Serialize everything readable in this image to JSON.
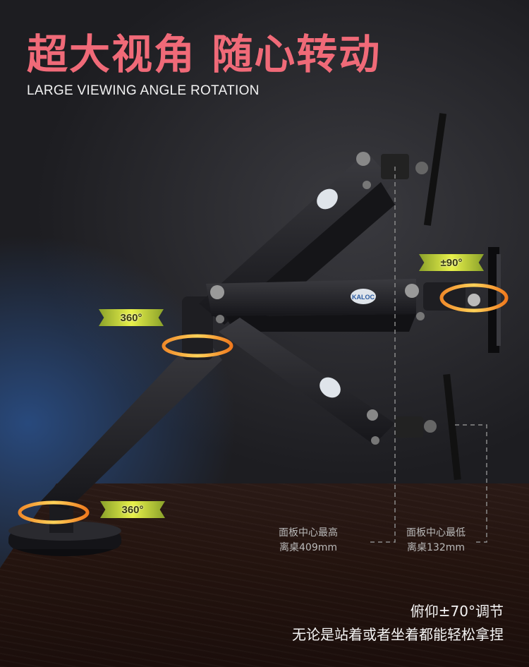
{
  "headline": {
    "title": "超大视角 随心转动",
    "subtitle": "LARGE VIEWING ANGLE ROTATION"
  },
  "badges": {
    "top_rotation": "360°",
    "bottom_rotation": "360°",
    "screen_rotation": "±90°"
  },
  "brand": "KALOC",
  "dimensions": {
    "highest_line1": "面板中心最高",
    "highest_line2": "离桌409mm",
    "lowest_line1": "面板中心最低",
    "lowest_line2": "离桌132mm"
  },
  "captions": {
    "line1": "俯仰±70°调节",
    "line2": "无论是站着或者坐着都能轻松拿捏"
  },
  "colors": {
    "title": "#f06a78",
    "badge": "#e8f14a",
    "ring_orange": "#f07a1e"
  }
}
